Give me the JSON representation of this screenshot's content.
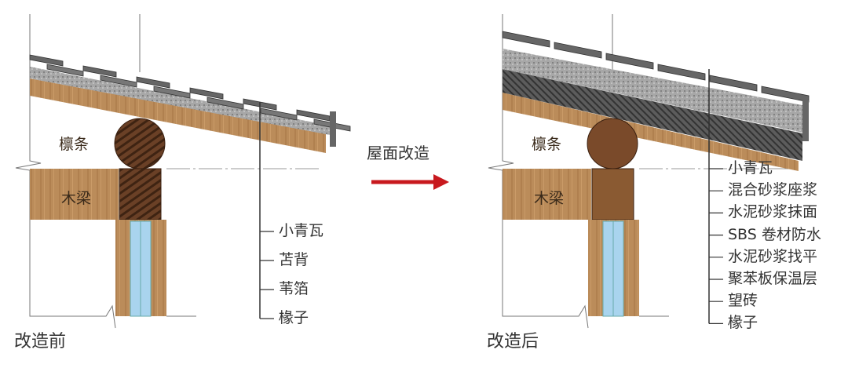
{
  "before": {
    "caption": "改造前",
    "purlin_label": "檩条",
    "beam_label": "木梁",
    "layers": [
      "小青瓦",
      "苫背",
      "苇箔",
      "椽子"
    ]
  },
  "after": {
    "caption": "改造后",
    "purlin_label": "檩条",
    "beam_label": "木梁",
    "layers": [
      "小青瓦",
      "混合砂浆座浆",
      "水泥砂浆抹面",
      "SBS 卷材防水",
      "水泥砂浆找平",
      "聚苯板保温层",
      "望砖",
      "椽子"
    ]
  },
  "arrow_label": "屋面改造",
  "colors": {
    "wood": "#b88a58",
    "dark_wood": "#5a3520",
    "tile": "#6b6b6b",
    "mortar": "#a8a8a8",
    "insulation": "#a9d4ee",
    "arrow": "#c8191e"
  }
}
